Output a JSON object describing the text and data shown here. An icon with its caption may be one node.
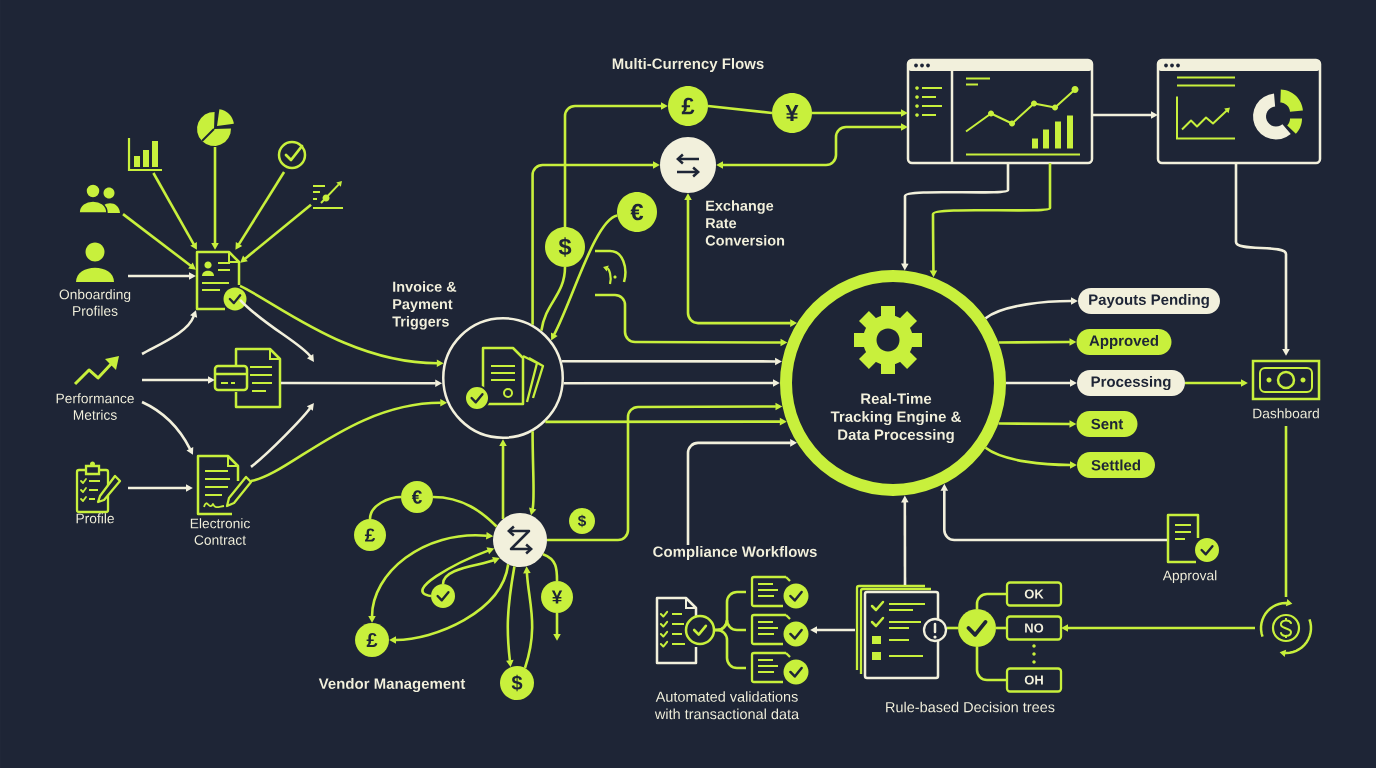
{
  "diagram": {
    "nodes": [
      {
        "text": [],
        "shape": "picture"
      },
      {
        "text": [],
        "shape": "picture"
      },
      {
        "text": [],
        "shape": "picture"
      },
      {
        "text": [],
        "shape": "picture"
      },
      {
        "text": [],
        "shape": "picture"
      },
      {
        "text": [],
        "shape": "picture",
        "beside": [
          "Onboarding Profiles"
        ]
      },
      {
        "text": [],
        "shape": "picture"
      },
      {
        "text": [],
        "shape": "picture",
        "beside": [
          "Performance Metrics"
        ]
      },
      {
        "text": [],
        "shape": "picture"
      },
      {
        "text": [],
        "shape": "picture",
        "beside": [
          "Profile"
        ]
      },
      {
        "text": [],
        "shape": "picture",
        "beside": [
          "Electronic Contract"
        ]
      },
      {
        "text": [],
        "shape": "circle",
        "beside": [
          "Invoice & Payment Triggers"
        ]
      },
      {
        "text": [
          "£"
        ]
      },
      {
        "text": [
          "¥"
        ]
      },
      {
        "text": [],
        "shape": "circle",
        "beside": [
          "Exchange Rate Conversion"
        ]
      },
      {
        "text": [
          "€"
        ]
      },
      {
        "text": [
          "$"
        ]
      },
      {
        "text": [],
        "shape": "picture"
      },
      {
        "text": [],
        "shape": "picture"
      },
      {
        "text": [],
        "shape": "picture"
      },
      {
        "text": [
          "Real-Time Tracking Engine & Data Processing"
        ]
      },
      {
        "text": [
          "Payouts Pending"
        ]
      },
      {
        "text": [
          "Approved"
        ]
      },
      {
        "text": [
          "Processing"
        ]
      },
      {
        "text": [
          "Sent"
        ]
      },
      {
        "text": [
          "Settled"
        ]
      },
      {
        "text": [],
        "shape": "picture",
        "beside": [
          "Dashboard"
        ]
      },
      {
        "text": [],
        "shape": "circle"
      },
      {
        "text": [
          "€"
        ]
      },
      {
        "text": [
          "£"
        ]
      },
      {
        "text": [],
        "shape": "circle"
      },
      {
        "text": [
          "£"
        ]
      },
      {
        "text": [
          "¥"
        ]
      },
      {
        "text": [
          "$"
        ]
      },
      {
        "text": [
          "$"
        ]
      },
      {
        "text": [
          "Compliance Workflows"
        ]
      },
      {
        "text": [],
        "shape": "picture"
      },
      {
        "text": [],
        "shape": "picture"
      },
      {
        "text": [],
        "shape": "picture"
      },
      {
        "text": [],
        "shape": "picture"
      },
      {
        "text": [],
        "shape": "picture"
      },
      {
        "text": [],
        "shape": "circle"
      },
      {
        "text": [
          "OK"
        ]
      },
      {
        "text": [
          "NO"
        ]
      },
      {
        "text": [
          "OH"
        ]
      },
      {
        "text": [],
        "shape": "picture",
        "beside": [
          "Approval"
        ]
      },
      {
        "text": [],
        "shape": "picture"
      }
    ],
    "edges": [
      {
        "from": 0,
        "to": 6,
        "arrow": "to"
      },
      {
        "from": 1,
        "to": 6,
        "arrow": "to"
      },
      {
        "from": 2,
        "to": 6,
        "arrow": "to"
      },
      {
        "from": 3,
        "to": 6,
        "arrow": "to"
      },
      {
        "from": 4,
        "to": 6,
        "arrow": "to"
      },
      {
        "from": 5,
        "to": 6,
        "arrow": "to",
        "color": "#f2f0dc"
      },
      {
        "from": 7,
        "to": 6,
        "arrow": "to",
        "color": "#f2f0dc"
      },
      {
        "from": 7,
        "to": 8,
        "arrow": "to",
        "color": "#f2f0dc"
      },
      {
        "from": 7,
        "to": 10,
        "arrow": "to",
        "color": "#f2f0dc"
      },
      {
        "from": 9,
        "to": 10,
        "arrow": "to",
        "color": "#f2f0dc"
      },
      {
        "from": 6,
        "to": 11,
        "arrow": "to"
      },
      {
        "from": 6,
        "to": null,
        "arrow": "to",
        "color": "#f2f0dc"
      },
      {
        "from": 8,
        "to": 11,
        "arrow": "to",
        "color": "#f2f0dc"
      },
      {
        "from": 10,
        "to": null,
        "arrow": "to",
        "color": "#f2f0dc"
      },
      {
        "from": 10,
        "to": 11,
        "arrow": "to"
      },
      {
        "from": 11,
        "to": 14,
        "arrow": "to"
      },
      {
        "from": 11,
        "to": 16,
        "arrow": "none"
      },
      {
        "from": 16,
        "to": 12,
        "arrow": "to"
      },
      {
        "from": 12,
        "to": 13,
        "arrow": "none"
      },
      {
        "from": 13,
        "to": 18,
        "arrow": "to"
      },
      {
        "from": 14,
        "to": 18,
        "arrow": "both"
      },
      {
        "from": 15,
        "to": 11,
        "arrow": "to"
      },
      {
        "from": 17,
        "to": 20,
        "arrow": "to"
      },
      {
        "from": 14,
        "to": 20,
        "arrow": "both"
      },
      {
        "from": 11,
        "to": 20,
        "arrow": "to",
        "color": "#f2f0dc"
      },
      {
        "from": 11,
        "to": 20,
        "arrow": "to",
        "color": "#f2f0dc"
      },
      {
        "from": 11,
        "to": 20,
        "arrow": "to"
      },
      {
        "from": 27,
        "to": 20,
        "arrow": "to"
      },
      {
        "from": 35,
        "to": 20,
        "arrow": "to",
        "color": "#f2f0dc"
      },
      {
        "from": 27,
        "to": 11,
        "arrow": "to"
      },
      {
        "from": 11,
        "to": 27,
        "arrow": "to"
      },
      {
        "from": 29,
        "to": 28,
        "arrow": "none"
      },
      {
        "from": 28,
        "to": 27,
        "arrow": "none"
      },
      {
        "from": 27,
        "to": 31,
        "arrow": "both"
      },
      {
        "from": 30,
        "to": 27,
        "arrow": "to"
      },
      {
        "from": 30,
        "to": 27,
        "arrow": "to"
      },
      {
        "from": 27,
        "to": 31,
        "arrow": "to"
      },
      {
        "from": 27,
        "to": 33,
        "arrow": "to"
      },
      {
        "from": 33,
        "to": 27,
        "arrow": "to"
      },
      {
        "from": 27,
        "to": 32,
        "arrow": "none"
      },
      {
        "from": 32,
        "to": null,
        "arrow": "to"
      },
      {
        "from": 18,
        "to": 19,
        "arrow": "to",
        "color": "#f2f0dc"
      },
      {
        "from": 18,
        "to": 20,
        "arrow": "to",
        "color": "#f2f0dc"
      },
      {
        "from": 18,
        "to": 20,
        "arrow": "to"
      },
      {
        "from": 19,
        "to": 26,
        "arrow": "to",
        "color": "#f2f0dc"
      },
      {
        "from": 20,
        "to": 21,
        "arrow": "to",
        "color": "#f2f0dc"
      },
      {
        "from": 20,
        "to": 22,
        "arrow": "to"
      },
      {
        "from": 20,
        "to": 23,
        "arrow": "to",
        "color": "#f2f0dc"
      },
      {
        "from": 20,
        "to": 24,
        "arrow": "to"
      },
      {
        "from": 20,
        "to": 25,
        "arrow": "to"
      },
      {
        "from": 23,
        "to": 26,
        "arrow": "to"
      },
      {
        "from": 26,
        "to": 46,
        "arrow": "none"
      },
      {
        "from": 46,
        "to": 43,
        "arrow": "to"
      },
      {
        "from": 41,
        "to": 42,
        "arrow": "none"
      },
      {
        "from": 41,
        "to": 43,
        "arrow": "none"
      },
      {
        "from": 41,
        "to": 44,
        "arrow": "none"
      },
      {
        "from": 40,
        "to": 41,
        "arrow": "none"
      },
      {
        "from": 40,
        "to": 20,
        "arrow": "to",
        "color": "#f2f0dc"
      },
      {
        "from": 45,
        "to": 20,
        "arrow": "to",
        "color": "#f2f0dc"
      },
      {
        "from": 40,
        "to": 38,
        "arrow": "to",
        "color": "#f2f0dc"
      },
      {
        "from": 36,
        "to": 37,
        "arrow": "none"
      },
      {
        "from": 36,
        "to": 38,
        "arrow": "none"
      },
      {
        "from": 36,
        "to": 39,
        "arrow": "none"
      }
    ],
    "labels": [
      "Multi-Currency Flows",
      "Vendor Management",
      "Automated validations with transactional data",
      "Rule-based Decision trees"
    ]
  }
}
